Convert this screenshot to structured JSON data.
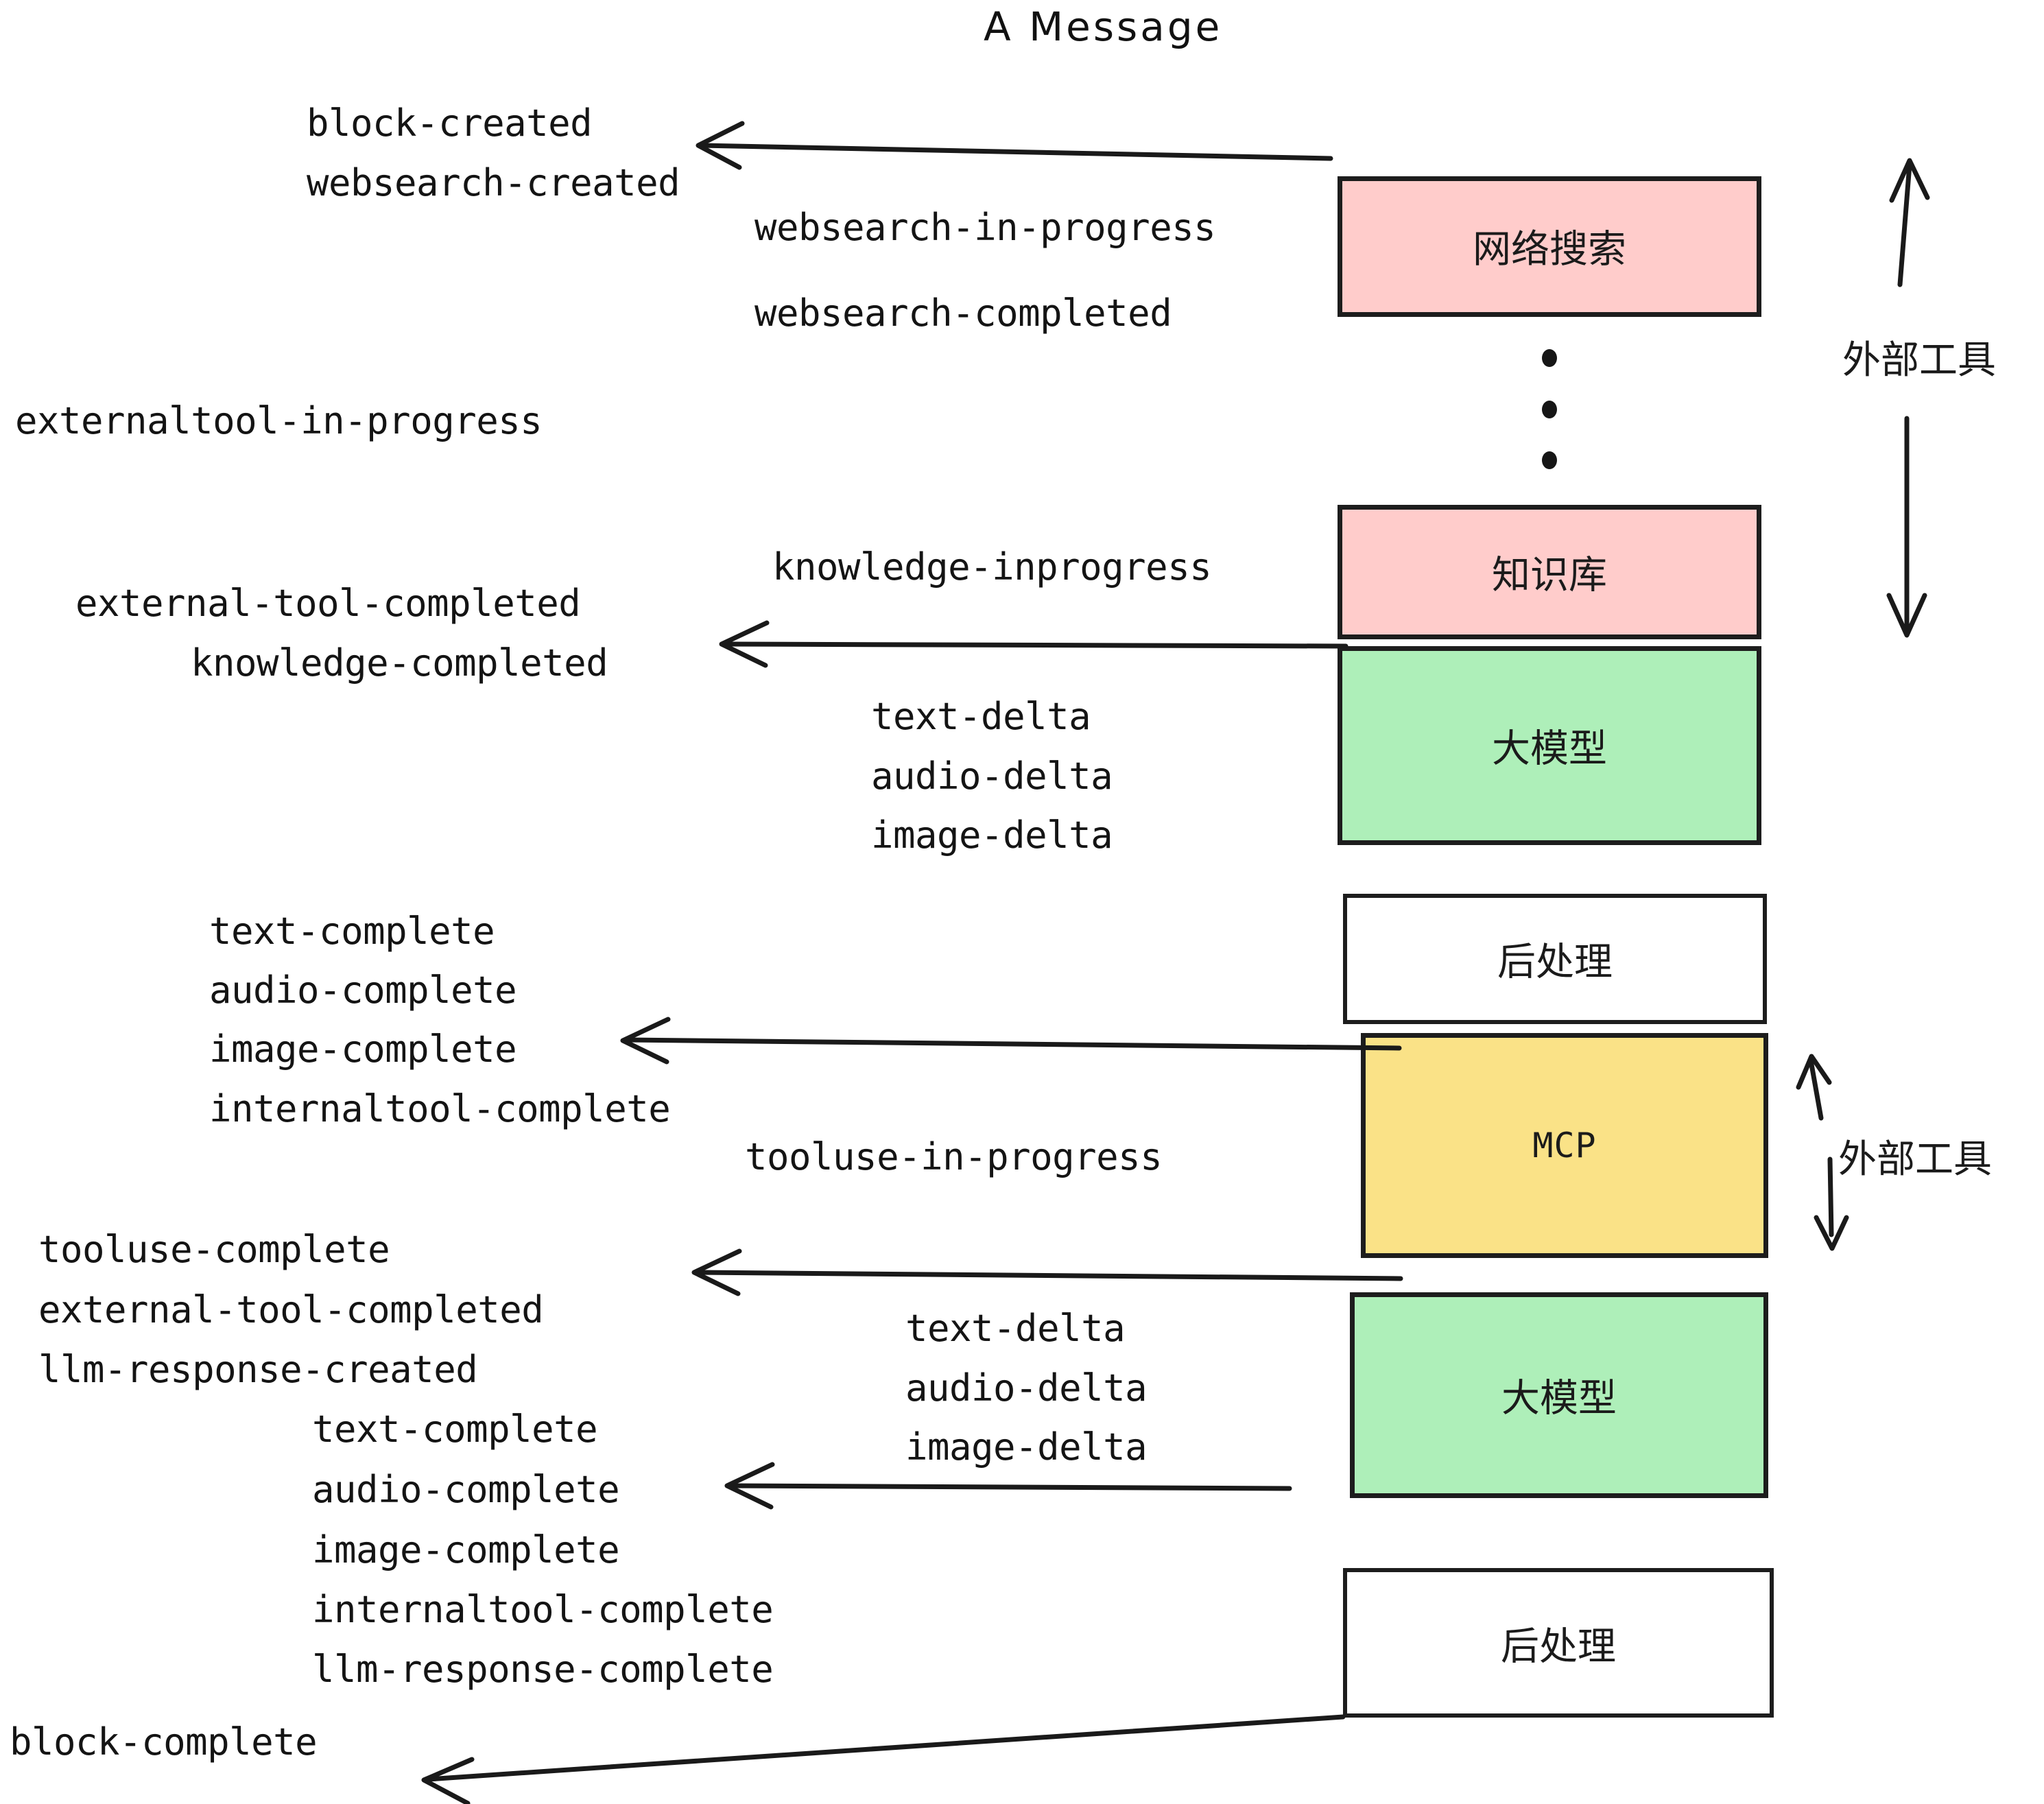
{
  "title": "A Message",
  "colors": {
    "pink": "#FFCCCB",
    "green": "#AEEFB9",
    "yellow": "#FAE287",
    "white": "#FFFFFF",
    "stroke": "#1D1D1D",
    "text": "#141414",
    "background": "#FFFFFF"
  },
  "boxes": [
    {
      "id": "websearch",
      "label": "网络搜索",
      "fill": "pink"
    },
    {
      "id": "knowledge-base",
      "label": "知识库",
      "fill": "pink"
    },
    {
      "id": "llm-top",
      "label": "大模型",
      "fill": "green"
    },
    {
      "id": "postprocess-top",
      "label": "后处理",
      "fill": "white"
    },
    {
      "id": "mcp",
      "label": "MCP",
      "fill": "yellow"
    },
    {
      "id": "llm-bottom",
      "label": "大模型",
      "fill": "green"
    },
    {
      "id": "postprocess-bottom",
      "label": "后处理",
      "fill": "white"
    }
  ],
  "side_labels": [
    {
      "id": "external-tools-top",
      "label": "外部工具"
    },
    {
      "id": "external-tools-bottom",
      "label": "外部工具"
    }
  ],
  "events": [
    {
      "id": "block-created",
      "text": "block-created"
    },
    {
      "id": "websearch-created",
      "text": "websearch-created"
    },
    {
      "id": "websearch-in-progress",
      "text": "websearch-in-progress"
    },
    {
      "id": "websearch-completed",
      "text": "websearch-completed"
    },
    {
      "id": "externaltool-in-progress",
      "text": "externaltool-in-progress"
    },
    {
      "id": "knowledge-inprogress",
      "text": "knowledge-inprogress"
    },
    {
      "id": "external-tool-completed-1",
      "text": "external-tool-completed"
    },
    {
      "id": "knowledge-completed",
      "text": "knowledge-completed"
    },
    {
      "id": "text-delta-1",
      "text": "text-delta"
    },
    {
      "id": "audio-delta-1",
      "text": "audio-delta"
    },
    {
      "id": "image-delta-1",
      "text": "image-delta"
    },
    {
      "id": "text-complete-1",
      "text": "text-complete"
    },
    {
      "id": "audio-complete-1",
      "text": "audio-complete"
    },
    {
      "id": "image-complete-1",
      "text": "image-complete"
    },
    {
      "id": "internaltool-complete-1",
      "text": "internaltool-complete"
    },
    {
      "id": "tooluse-in-progress",
      "text": "tooluse-in-progress"
    },
    {
      "id": "tooluse-complete",
      "text": "tooluse-complete"
    },
    {
      "id": "external-tool-completed-2",
      "text": "external-tool-completed"
    },
    {
      "id": "llm-response-created",
      "text": "llm-response-created"
    },
    {
      "id": "text-delta-2",
      "text": "text-delta"
    },
    {
      "id": "audio-delta-2",
      "text": "audio-delta"
    },
    {
      "id": "image-delta-2",
      "text": "image-delta"
    },
    {
      "id": "text-complete-2",
      "text": "text-complete"
    },
    {
      "id": "audio-complete-2",
      "text": "audio-complete"
    },
    {
      "id": "image-complete-2",
      "text": "image-complete"
    },
    {
      "id": "internaltool-complete-2",
      "text": "internaltool-complete"
    },
    {
      "id": "llm-response-complete",
      "text": "llm-response-complete"
    },
    {
      "id": "block-complete",
      "text": "block-complete"
    }
  ]
}
